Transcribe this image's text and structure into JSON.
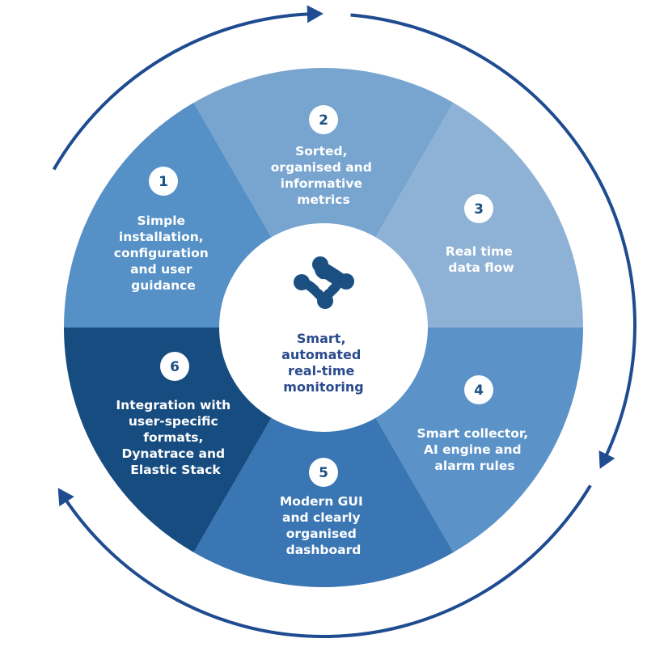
{
  "diagram": {
    "title": "Smart monitoring cycle",
    "center": {
      "icon": "molecule-logo-icon",
      "label_lines": [
        "Smart,",
        "automated",
        "real-time",
        "monitoring"
      ],
      "text_color": "#2a4b8d",
      "icon_color": "#1b4f82"
    },
    "cycle_color": "#1f4b91",
    "number_badge_text_color": "#1b4f82",
    "segments": [
      {
        "number": "1",
        "label_lines": [
          "Simple",
          "installation,",
          "configuration",
          "and user",
          "guidance"
        ],
        "color": "#5590c6"
      },
      {
        "number": "2",
        "label_lines": [
          "Sorted,",
          "organised and",
          "informative",
          "metrics"
        ],
        "color": "#77a5d0"
      },
      {
        "number": "3",
        "label_lines": [
          "Real time",
          "data flow"
        ],
        "color": "#8eb1d6"
      },
      {
        "number": "4",
        "label_lines": [
          "Smart collector,",
          "AI engine and",
          "alarm rules"
        ],
        "color": "#5b92c8"
      },
      {
        "number": "5",
        "label_lines": [
          "Modern GUI",
          "and clearly",
          "organised",
          "dashboard"
        ],
        "color": "#3a76b3"
      },
      {
        "number": "6",
        "label_lines": [
          "Integration with",
          "user-specific",
          "formats,",
          "Dynatrace and",
          "Elastic Stack"
        ],
        "color": "#174c80"
      }
    ]
  }
}
